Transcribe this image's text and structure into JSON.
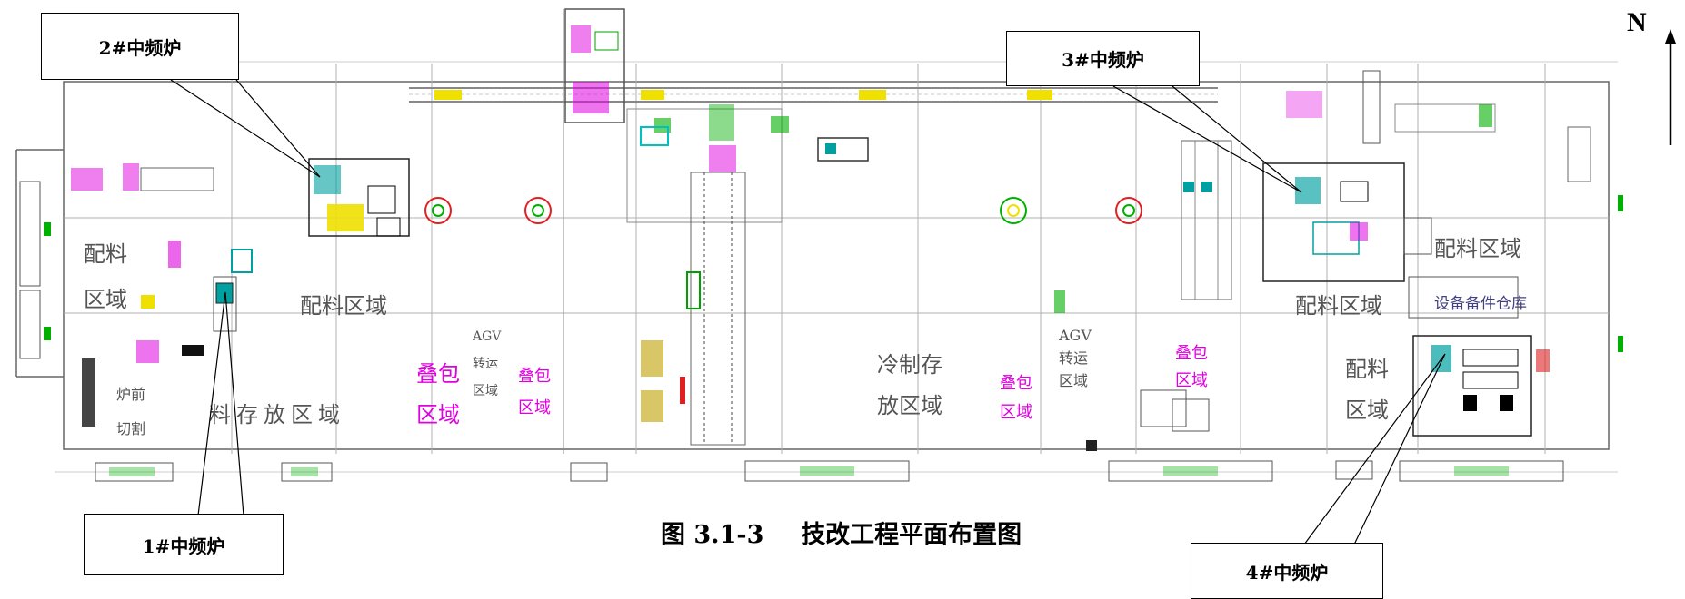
{
  "callouts": {
    "furnace1": "1#中频炉",
    "furnace2": "2#中频炉",
    "furnace3": "3#中频炉",
    "furnace4": "4#中频炉"
  },
  "caption": {
    "number": "图 3.1-3",
    "title": "技改工程平面布置图"
  },
  "north": "N",
  "zones": {
    "batching_left": "配料区域",
    "batching_w1": "配料",
    "batching_w2": "区域",
    "batching_mid": "配料区域",
    "storage_left": "料存放区域",
    "furnace_line1": "炉前",
    "furnace_line2": "切割",
    "agv1": "AGV",
    "agv2": "转运",
    "agv3": "区域",
    "pack1": "叠包",
    "pack2": "区域",
    "sand1": "冷制存",
    "sand2": "放区域",
    "agv_r1": "AGV",
    "agv_r2": "转运",
    "agv_r3": "区域",
    "batching_right": "配料区域",
    "batching_right2": "配料区域",
    "spare": "设备备件仓库",
    "batching_r1": "配料",
    "batching_r2": "区域"
  },
  "colors": {
    "grid": "#9a9a9a",
    "magenta": "#e000e0",
    "green": "#00b000",
    "yellow": "#f0e000",
    "cyan": "#00a0a0",
    "red": "#e02020"
  }
}
